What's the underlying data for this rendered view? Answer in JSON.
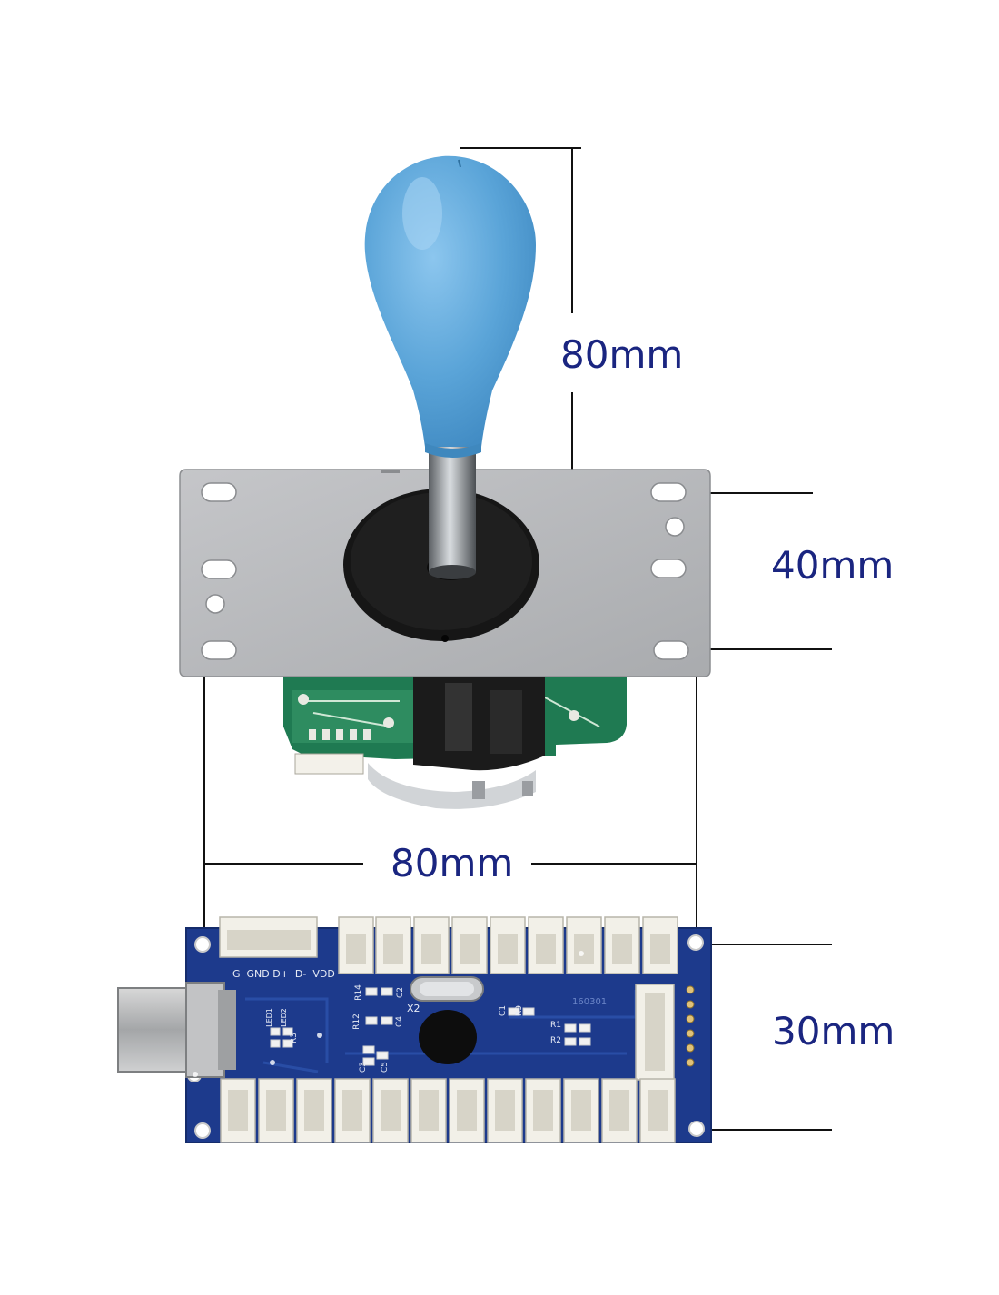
{
  "dimensions": {
    "joystick_height": "80mm",
    "plate_height": "40mm",
    "plate_width": "80mm",
    "board_height": "30mm"
  },
  "board_labels": {
    "usb_pins": "G  GND D+  D-  VDD",
    "chip_label": "X2",
    "board_code": "160301",
    "parts": [
      "R14",
      "C2",
      "C4",
      "R12",
      "LED1",
      "LED2",
      "R3",
      "C1",
      "R9",
      "R1",
      "R2",
      "C3",
      "C5"
    ]
  },
  "colors": {
    "ball_top": "#5fa8dc",
    "plate": "#b7b8bb",
    "dust_washer": "#161616",
    "pcb_blue": "#1d3a8c",
    "connector": "#f1efe7",
    "dimension_text": "#1a2580"
  }
}
